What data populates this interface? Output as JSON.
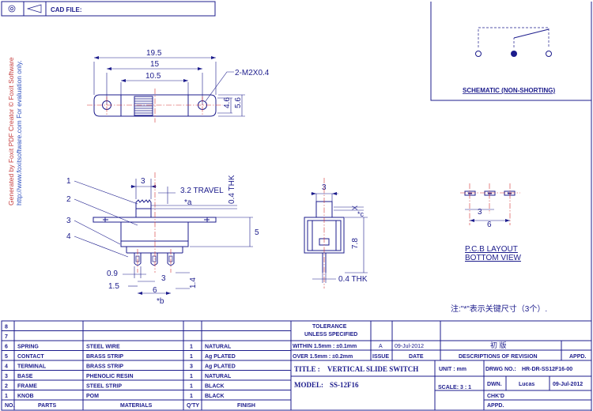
{
  "header": {
    "cad_file_label": "CAD FILE:"
  },
  "watermark": {
    "line1": "Generated by Foxit PDF Creator © Foxit Software",
    "line2": "http://www.foxitsoftware.com   For evaluation only."
  },
  "schematic": {
    "title": "SCHEMATIC (NON-SHORTING)"
  },
  "top_view": {
    "dim_overall": "19.5",
    "dim_holes": "15",
    "dim_body": "10.5",
    "hole_callout": "2-M2X0.4",
    "dim_height_outer": "5.6",
    "dim_height_inner": "4.6"
  },
  "front_view": {
    "balloons": [
      "1",
      "2",
      "3",
      "4"
    ],
    "dim_knob": "3",
    "dim_travel": "3.2 TRAVEL",
    "mark_a": "*a",
    "dim_thk": "0.4 THK",
    "dim_height": "5",
    "dim_pin_w": "0.9",
    "dim_pitch": "3",
    "dim_pin_off": "1.5",
    "dim_span": "6",
    "mark_b": "*b",
    "dim_pin_len": "1.4"
  },
  "side_view": {
    "dim_top": "3",
    "dim_x": "X",
    "mark_c": "*c",
    "dim_height": "7.8",
    "dim_thk": "0.4 THK"
  },
  "pcb": {
    "dim_pitch": "3",
    "dim_span": "6",
    "title_line1": "P.C.B LAYOUT",
    "title_line2": "BOTTOM VIEW"
  },
  "note": "注:\"*\"表示关键尺寸（3个）.",
  "bom": {
    "row_numbers": [
      "8",
      "7",
      "6",
      "5",
      "4",
      "3",
      "2",
      "1"
    ],
    "header": {
      "no": "NO.",
      "parts": "PARTS",
      "materials": "MATERIALS",
      "qty": "Q'TY",
      "finish": "FINISH"
    },
    "rows": [
      {
        "no": "8",
        "part": "",
        "material": "",
        "qty": "",
        "finish": ""
      },
      {
        "no": "7",
        "part": "",
        "material": "",
        "qty": "",
        "finish": ""
      },
      {
        "no": "6",
        "part": "SPRING",
        "material": "STEEL WIRE",
        "qty": "1",
        "finish": "NATURAL"
      },
      {
        "no": "5",
        "part": "CONTACT",
        "material": "BRASS STRIP",
        "qty": "1",
        "finish": "Ag PLATED"
      },
      {
        "no": "4",
        "part": "TERMINAL",
        "material": "BRASS STRIP",
        "qty": "3",
        "finish": "Ag PLATED"
      },
      {
        "no": "3",
        "part": "BASE",
        "material": "PHENOLIC RESIN",
        "qty": "1",
        "finish": "NATURAL"
      },
      {
        "no": "2",
        "part": "FRAME",
        "material": "STEEL STRIP",
        "qty": "1",
        "finish": "BLACK"
      },
      {
        "no": "1",
        "part": "KNOB",
        "material": "POM",
        "qty": "1",
        "finish": "BLACK"
      }
    ]
  },
  "title_block": {
    "tolerance_title": "TOLERANCE",
    "tolerance_sub": "UNLESS SPECIFIED",
    "within": "WITHIN 1.5mm : ±0.1mm",
    "over": "OVER  1.5mm : ±0.2mm",
    "rev_a": "A",
    "rev_date": "09-Jul-2012",
    "rev_desc": "初 版",
    "issue_label": "ISSUE",
    "date_label": "DATE",
    "desc_label": "DESCRIPTIONS OF REVISION",
    "appd_label": "APPD.",
    "title_label": "TITLE :",
    "title_value": "VERTICAL SLIDE SWITCH",
    "unit_label": "UNIT : mm",
    "dwg_label": "DRWG NO.:",
    "dwg_value": "HR-DR-SS12F16-00",
    "model_label": "MODEL:",
    "model_value": "SS-12F16",
    "scale_label": "SCALE: 3 : 1",
    "dwn_label": "DWN.",
    "dwn_name": "Lucas",
    "dwn_date": "09-Jul-2012",
    "chkd_label": "CHK'D",
    "appd2_label": "APPD."
  }
}
